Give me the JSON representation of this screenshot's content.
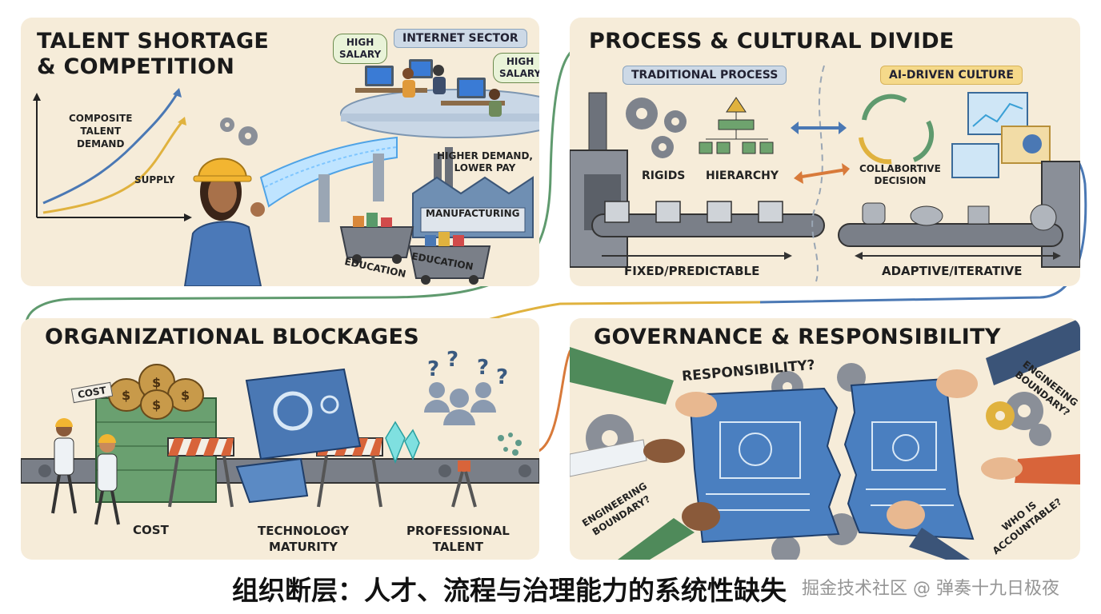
{
  "panels": {
    "talent": {
      "title": "TALENT SHORTAGE\n& COMPETITION",
      "internet_sector": "INTERNET SECTOR",
      "high_salary_1": "HIGH\nSALARY",
      "high_salary_2": "HIGH\nSALARY",
      "composite_demand": "COMPOSITE\nTALENT\nDEMAND",
      "supply": "SUPPLY",
      "higher_demand": "HIGHER DEMAND,\nLOWER PAY",
      "manufacturing": "MANUFACTURING",
      "education_1": "EDUCATION",
      "education_2": "EDUCATION"
    },
    "process": {
      "title": "PROCESS & CULTURAL DIVIDE",
      "traditional": "TRADITIONAL PROCESS",
      "ai_culture": "AI-DRIVEN CULTURE",
      "rigids": "RIGIDS",
      "hierarchy": "HIERARCHY",
      "collab": "COLLABORTIVE\nDECISION",
      "fixed": "FIXED/PREDICTABLE",
      "adaptive": "ADAPTIVE/ITERATIVE"
    },
    "org": {
      "title": "ORGANIZATIONAL BLOCKAGES",
      "cost_tag": "COST",
      "cost": "COST",
      "tech": "TECHNOLOGY\nMATURITY",
      "talent": "PROFESSIONAL\nTALENT"
    },
    "gov": {
      "title": "GOVERNANCE & RESPONSIBILITY",
      "responsibility": "RESPONSIBILITY?",
      "eng_boundary_right": "ENGINEEING\nBOUNDARY?",
      "eng_boundary_left": "ENGINEERING\nBOUNDARY?",
      "who": "WHO IS\nACCOUNTABLE?"
    }
  },
  "caption": {
    "main": "组织断层：人才、流程与治理能力的系统性缺失",
    "watermark": "掘金技术社区 @ 弹奏十九日极夜"
  },
  "colors": {
    "panel_bg": "#f6ecd9",
    "line_green": "#5f9a6e",
    "line_yellow": "#e0b23e",
    "line_blue": "#4a78b4",
    "line_orange": "#d87a3a"
  }
}
